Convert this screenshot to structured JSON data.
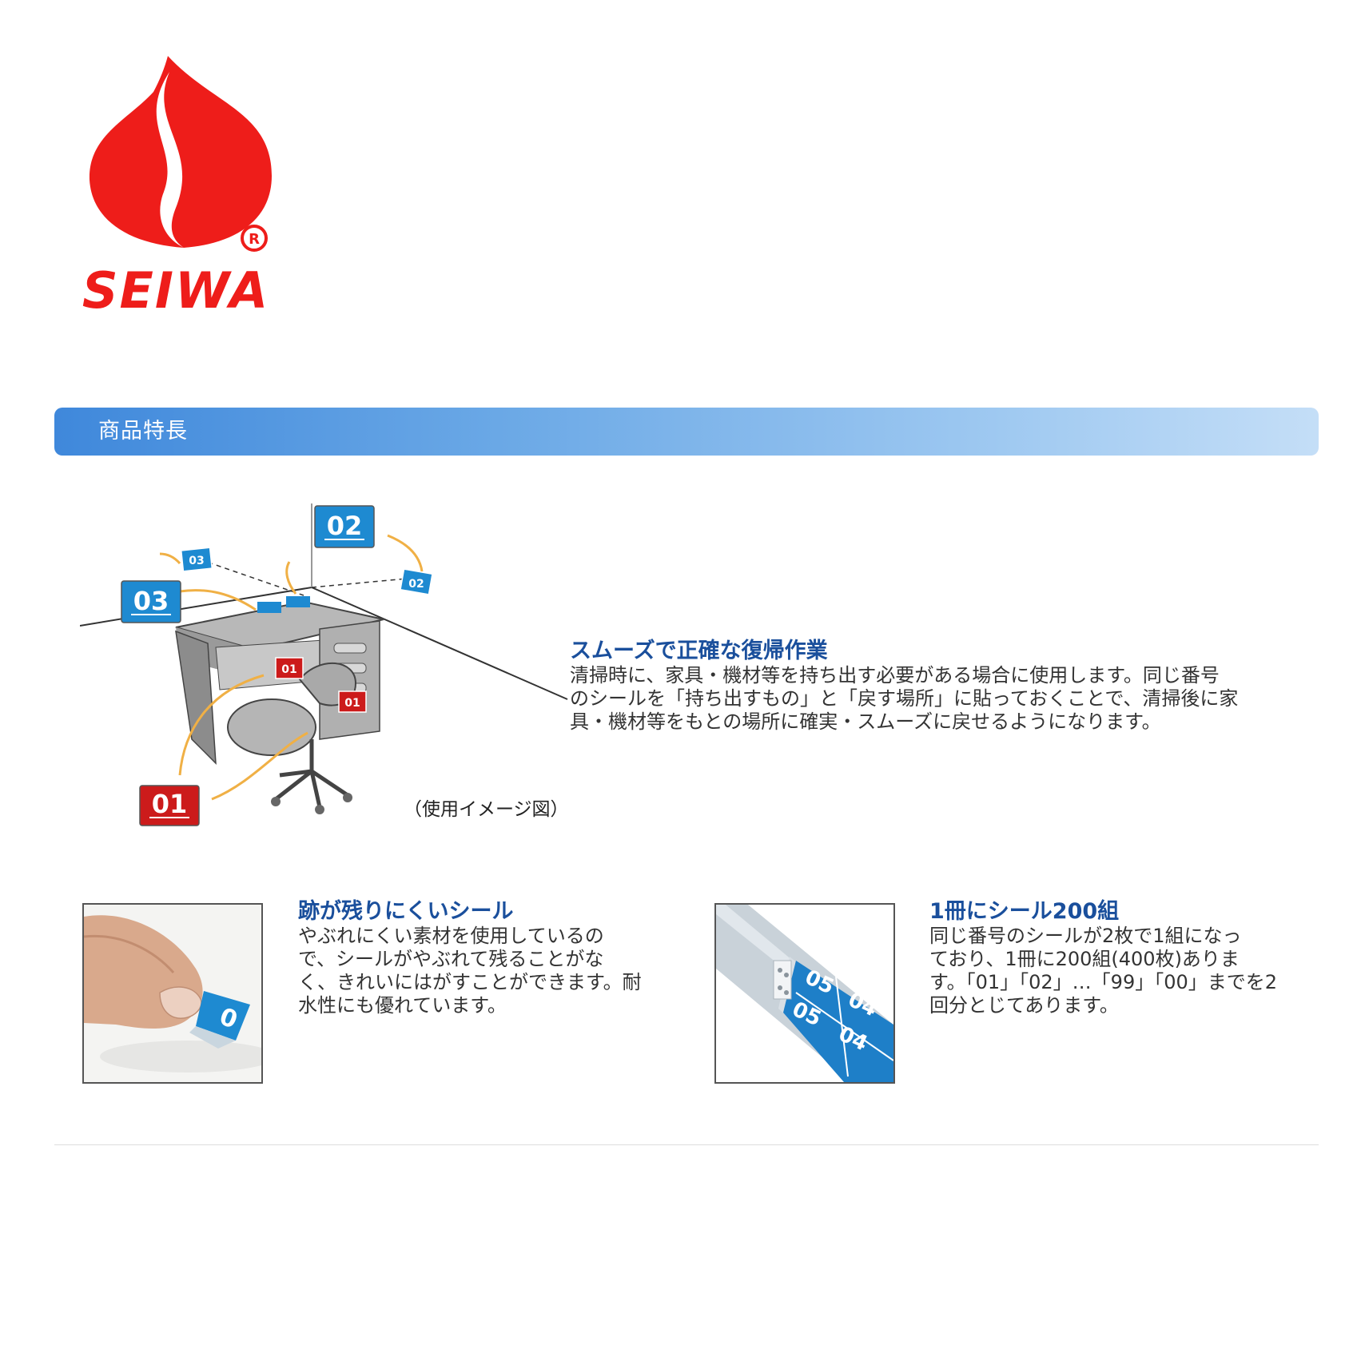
{
  "brand": {
    "name": "SEIWA",
    "registered_mark": "R",
    "logo_color": "#ee1d1a"
  },
  "section": {
    "title": "商品特長",
    "bar_color": "#3f88db"
  },
  "scene": {
    "caption": "（使用イメージ図）",
    "labels": [
      "01",
      "02",
      "03"
    ],
    "label_colors": {
      "01": "#cc1b1b",
      "02": "#1e8ad1",
      "03": "#1e8ad1"
    }
  },
  "features": [
    {
      "title": "スムーズで正確な復帰作業",
      "body": "清掃時に、家具・機材等を持ち出す必要がある場合に使用します。同じ番号\nのシールを「持ち出すもの」と「戻す場所」に貼っておくことで、清掃後に家\n具・機材等をもとの場所に確実・スムーズに戻せるようになります。"
    },
    {
      "title": "跡が残りにくいシール",
      "body": "やぶれにくい素材を使用しているの\nで、シールがやぶれて残ることがな\nく、きれいにはがすことができます。耐\n水性にも優れています。"
    },
    {
      "title": "1冊にシール200組",
      "body": "同じ番号のシールが2枚で1組になっ\nており、1冊に200組(400枚)ありま\nす。「01」「02」…「99」「00」までを2\n回分とじてあります。"
    }
  ],
  "thumbnails": {
    "peel_label": "0",
    "book_labels": [
      "05",
      "04",
      "05",
      "04"
    ]
  }
}
